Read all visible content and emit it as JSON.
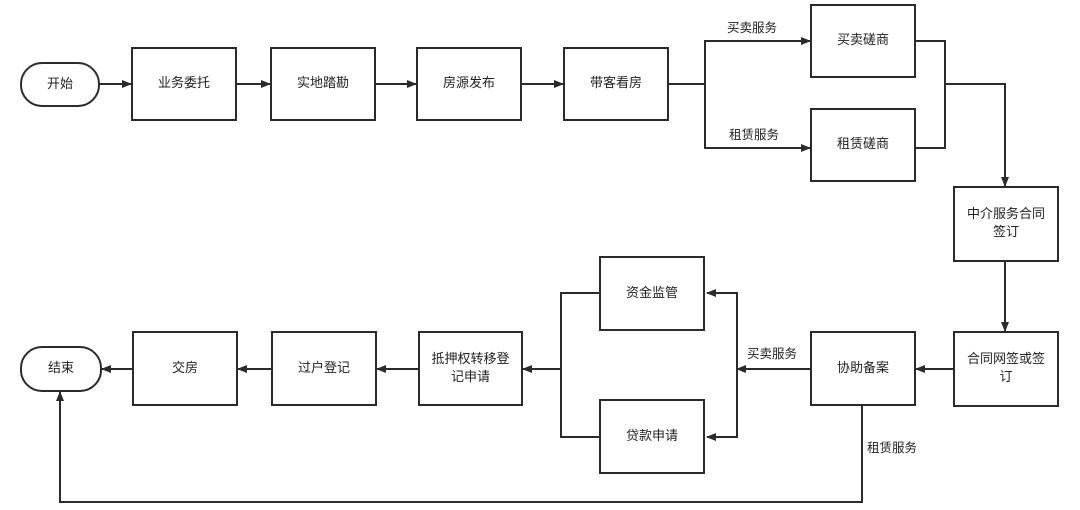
{
  "diagram": {
    "nodes": {
      "start": "开始",
      "entrust": "业务委托",
      "survey": "实地踏勘",
      "listing": "房源发布",
      "viewing": "带客看房",
      "sale_negotiation": "买卖磋商",
      "lease_negotiation": "租赁磋商",
      "agency_contract": "中介服务合同签订",
      "online_contract": "合同网签或签订",
      "assist_filing": "协助备案",
      "fund_supervision": "资金监管",
      "loan_application": "贷款申请",
      "mortgage_transfer": "抵押权转移登记申请",
      "transfer_registration": "过户登记",
      "handover": "交房",
      "end": "结束"
    },
    "edge_labels": {
      "sale_service_top": "买卖服务",
      "lease_service_top": "租赁服务",
      "sale_service_bottom": "买卖服务",
      "lease_service_bottom": "租赁服务"
    },
    "colors": {
      "stroke": "#2b2b2b",
      "background": "#ffffff"
    }
  }
}
